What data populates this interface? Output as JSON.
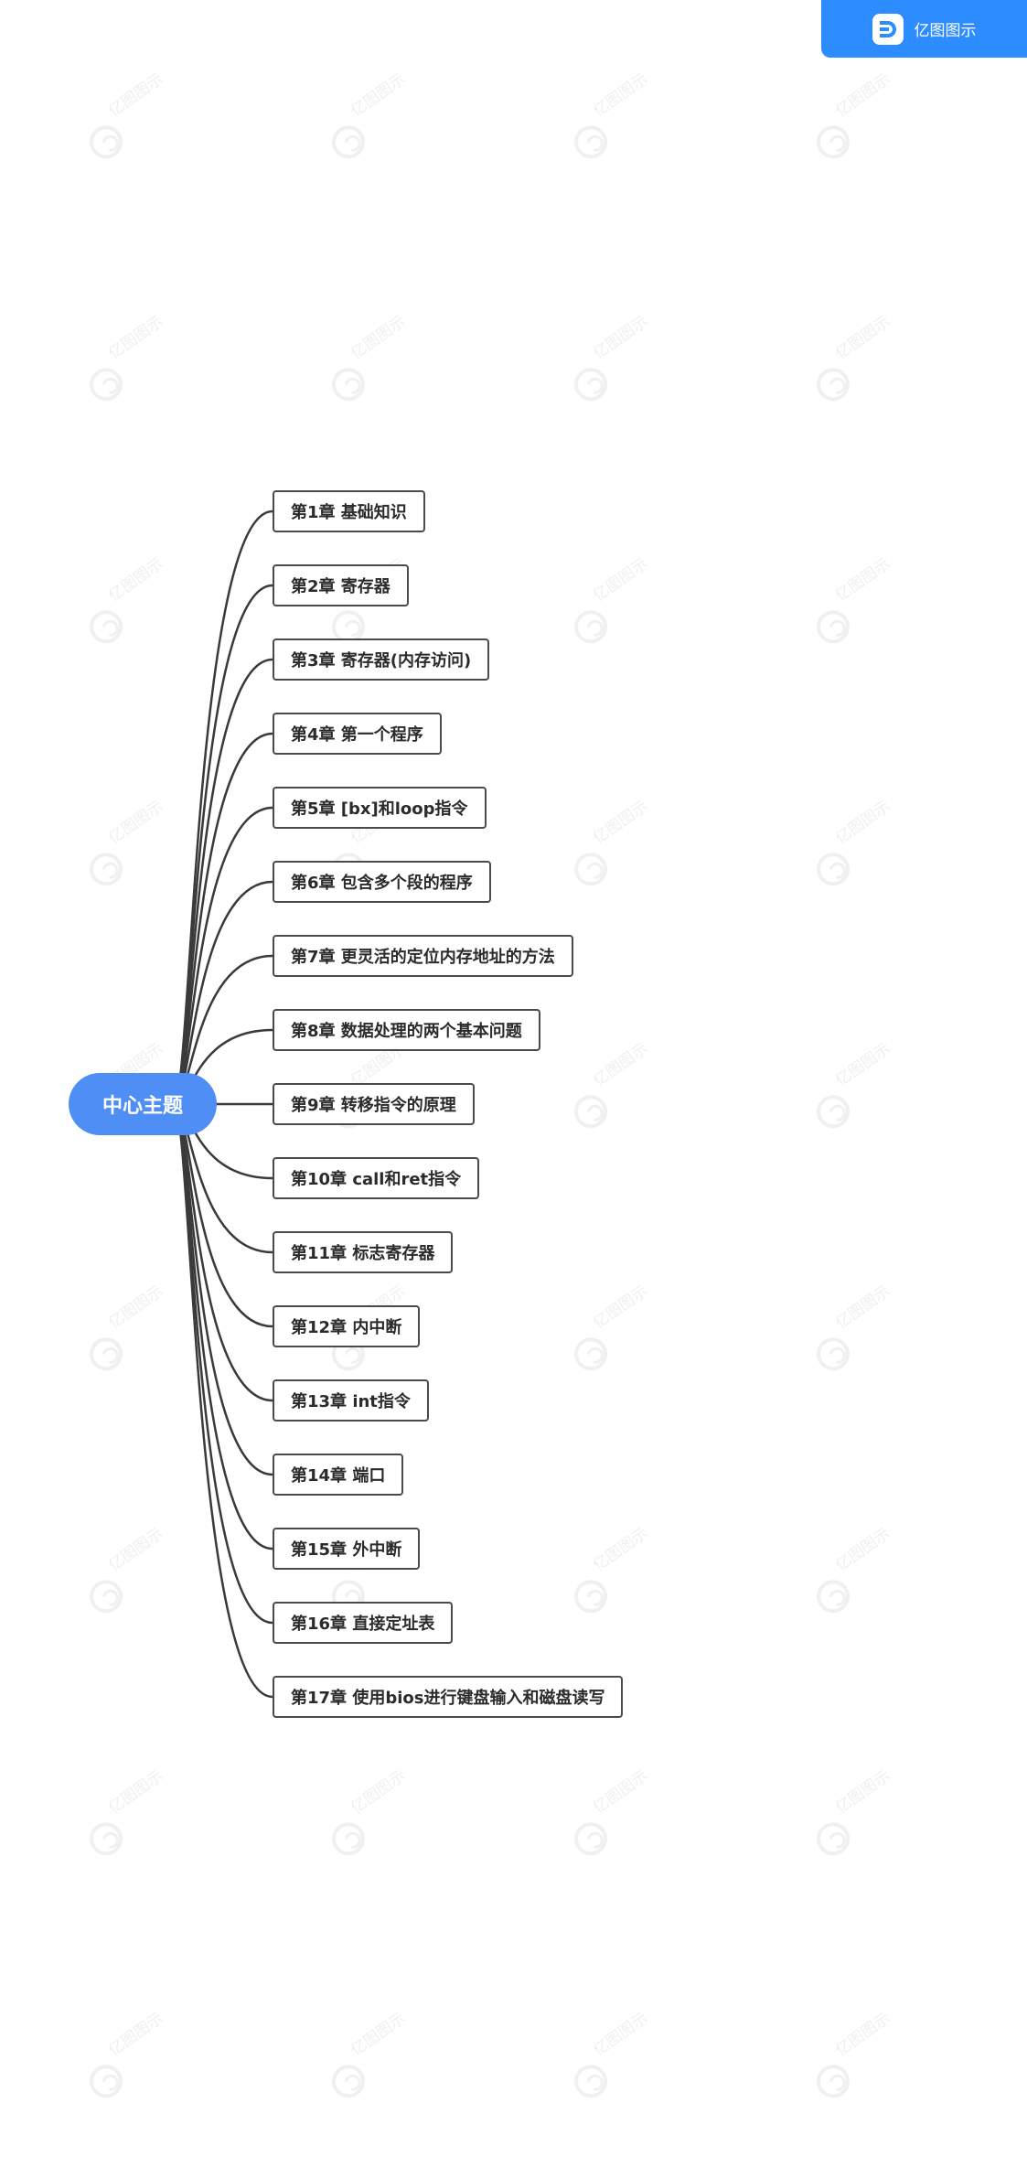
{
  "brand": {
    "name": "亿图图示"
  },
  "watermark": {
    "text": "亿图图示"
  },
  "mindmap": {
    "center": "中心主题",
    "topics": [
      "第1章 基础知识",
      "第2章 寄存器",
      "第3章 寄存器(内存访问)",
      "第4章 第一个程序",
      "第5章 [bx]和loop指令",
      "第6章 包含多个段的程序",
      "第7章 更灵活的定位内存地址的方法",
      "第8章 数据处理的两个基本问题",
      "第9章 转移指令的原理",
      "第10章 call和ret指令",
      "第11章 标志寄存器",
      "第12章 内中断",
      "第13章 int指令",
      "第14章 端口",
      "第15章 外中断",
      "第16章 直接定址表",
      "第17章 使用bios进行键盘输入和磁盘读写"
    ]
  },
  "colors": {
    "center_fill": "#4f8ef5",
    "branch_line": "#3a3a3a",
    "topic_border": "#4a4a4a",
    "brand": "#2d8cff"
  }
}
